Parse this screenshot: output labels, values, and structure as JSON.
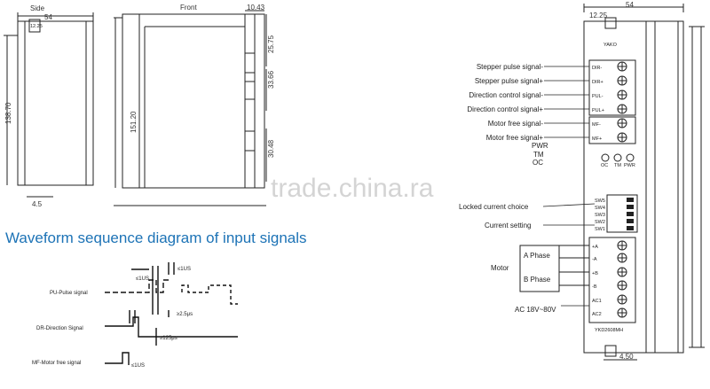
{
  "watermark": "trade.china.ra",
  "side_view": {
    "label": "Side",
    "width": "54",
    "height": "138.70",
    "small_dim": "12.25",
    "bottom_dim": "4.5"
  },
  "front_view": {
    "label": "Front",
    "height": "151.20",
    "top_dim": "10.43",
    "dims": [
      "25.75",
      "33.66",
      "30.48"
    ]
  },
  "waveform_title": "Waveform sequence diagram of input signals",
  "waveform": {
    "signals": [
      "PU-Pulse signal",
      "DR-Direction Signal",
      "MF-Motor free signal"
    ],
    "timings": [
      "≤1US",
      "≤1US",
      "≥2.5μs",
      "≥125μs",
      "≤1US"
    ]
  },
  "driver": {
    "width": "54",
    "top_dim": "12.25",
    "bottom_dim": "4.50",
    "model": "YKD2608MH",
    "brand": "YAKO",
    "terminals_top": [
      "DIR-",
      "DIR+",
      "PUL-",
      "PUL+",
      "MF-",
      "MF+"
    ],
    "signal_labels": [
      "Stepper pulse signal-",
      "Stepper pulse signal+",
      "Direction control signal-",
      "Direction control signal+",
      "Motor free signal-",
      "Motor free signal+"
    ],
    "led_labels": [
      "PWR",
      "TM",
      "OC"
    ],
    "led_tags": [
      "OC",
      "TM",
      "PWR"
    ],
    "switch_labels": [
      "SW5",
      "SW4",
      "SW3",
      "SW2",
      "SW1"
    ],
    "group_labels": {
      "locked": "Locked current choice",
      "current": "Current setting",
      "motor": "Motor",
      "ac": "AC 18V~80V"
    },
    "phase_labels": [
      "A Phase",
      "B Phase"
    ],
    "terminals_bottom": [
      "+A",
      "-A",
      "+B",
      "-B",
      "AC1",
      "AC2"
    ]
  }
}
